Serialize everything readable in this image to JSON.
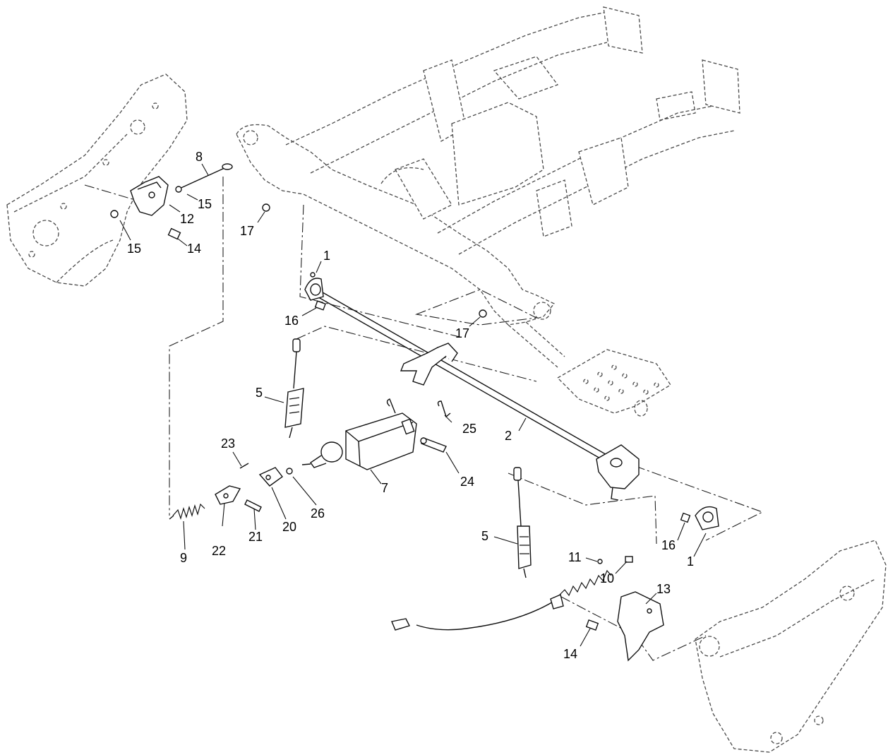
{
  "callouts": [
    {
      "id": "c8",
      "text": "8"
    },
    {
      "id": "c15a",
      "text": "15"
    },
    {
      "id": "c12",
      "text": "12"
    },
    {
      "id": "c15b",
      "text": "15"
    },
    {
      "id": "c14a",
      "text": "14"
    },
    {
      "id": "c17a",
      "text": "17"
    },
    {
      "id": "c1a",
      "text": "1"
    },
    {
      "id": "c16a",
      "text": "16"
    },
    {
      "id": "c17b",
      "text": "17"
    },
    {
      "id": "c5a",
      "text": "5"
    },
    {
      "id": "c25",
      "text": "25"
    },
    {
      "id": "c2",
      "text": "2"
    },
    {
      "id": "c23",
      "text": "23"
    },
    {
      "id": "c24",
      "text": "24"
    },
    {
      "id": "c7",
      "text": "7"
    },
    {
      "id": "c26",
      "text": "26"
    },
    {
      "id": "c20",
      "text": "20"
    },
    {
      "id": "c21",
      "text": "21"
    },
    {
      "id": "c22",
      "text": "22"
    },
    {
      "id": "c9",
      "text": "9"
    },
    {
      "id": "c5b",
      "text": "5"
    },
    {
      "id": "c11",
      "text": "11"
    },
    {
      "id": "c10",
      "text": "10"
    },
    {
      "id": "c16b",
      "text": "16"
    },
    {
      "id": "c1b",
      "text": "1"
    },
    {
      "id": "c13",
      "text": "13"
    },
    {
      "id": "c14b",
      "text": "14"
    }
  ]
}
